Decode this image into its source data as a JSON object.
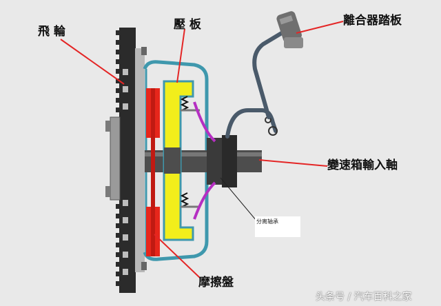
{
  "labels": {
    "flywheel": "飛 輪",
    "pressure_plate": "壓 板",
    "clutch_pedal": "離合器踏板",
    "input_shaft": "變速箱輸入軸",
    "friction_disc": "摩擦盤",
    "release_bearing": "分离轴承"
  },
  "watermark": "头条号 / 汽车百科之家",
  "colors": {
    "background": "#e9e9e9",
    "flywheel": "#2b2b2b",
    "pressure_plate": "#f2ee1b",
    "friction": "#e7261b",
    "shaft": "#4d4d4d",
    "cover": "#3f98ad",
    "spring": "#b52fc2",
    "leader_lines": "#e42525"
  }
}
